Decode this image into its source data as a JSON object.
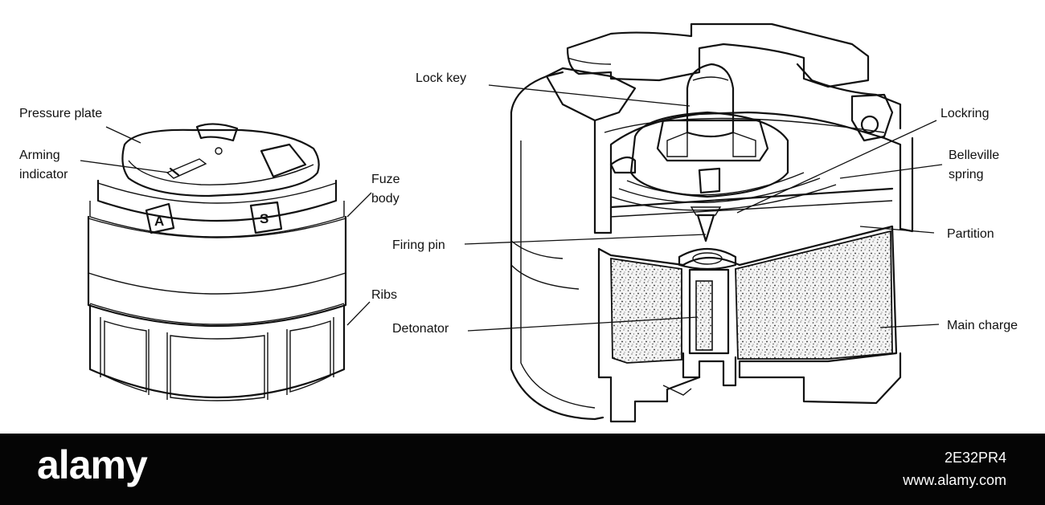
{
  "left_figure": {
    "labels": {
      "pressure_plate": "Pressure plate",
      "arming_line1": "Arming",
      "arming_line2": "indicator",
      "fuze_line1": "Fuze",
      "fuze_line2": "body",
      "ribs": "Ribs",
      "marker_a": "A",
      "marker_s": "S"
    }
  },
  "right_figure": {
    "labels": {
      "lock_key": "Lock key",
      "lockring": "Lockring",
      "belleville_line1": "Belleville",
      "belleville_line2": "spring",
      "firing_pin": "Firing pin",
      "partition": "Partition",
      "detonator": "Detonator",
      "main_charge": "Main charge"
    }
  },
  "footer": {
    "brand": "alamy",
    "image_id": "2E32PR4",
    "site": "www.alamy.com"
  }
}
